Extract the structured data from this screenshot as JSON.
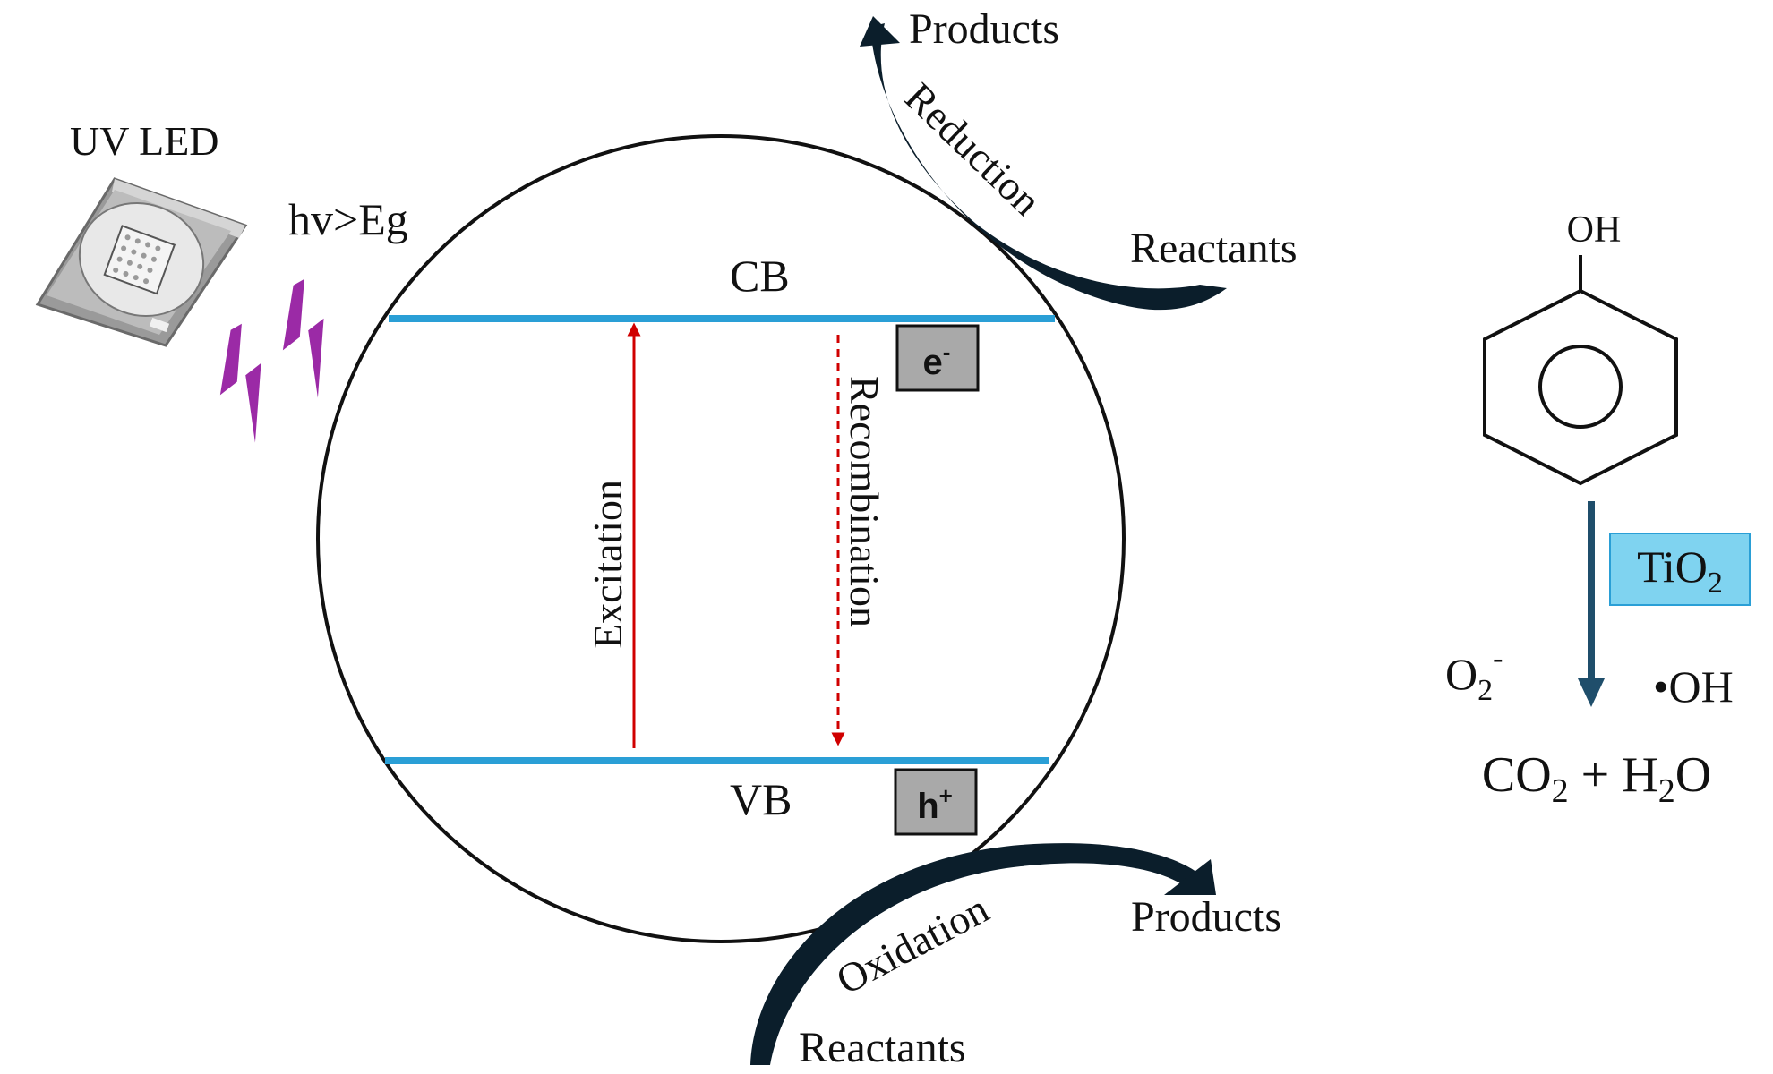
{
  "light_source": {
    "label": "UV LED",
    "energy_condition": "hv>Eg"
  },
  "particle": {
    "conduction_band": "CB",
    "valence_band": "VB",
    "excitation": "Excitation",
    "recombination": "Recombination",
    "electron": {
      "base": "e",
      "sup": "-"
    },
    "hole": {
      "base": "h",
      "sup": "+"
    }
  },
  "reduction_cycle": {
    "process": "Reduction",
    "reactants": "Reactants",
    "products": "Products"
  },
  "oxidation_cycle": {
    "process": "Oxidation",
    "reactants": "Reactants",
    "products": "Products"
  },
  "pathway": {
    "molecule_group": "OH",
    "catalyst": {
      "base": "TiO",
      "sub": "2"
    },
    "superoxide": {
      "base": "O",
      "sub": "2",
      "sup": "-"
    },
    "hydroxyl_radical": "•OH",
    "final_products": {
      "co": "CO",
      "co_sub": "2",
      "plus": " + H",
      "h_sub": "2",
      "o": "O"
    }
  },
  "colors": {
    "band_line": "#2a9fd6",
    "excitation_arrow": "#d00000",
    "bolt": "#9b2aa6",
    "curved_arrow": "#0b1e2b",
    "pathway_arrow": "#1f4e6b",
    "catalyst_box": "#7fd3f0",
    "carrier_box": "#a9a9a9"
  }
}
